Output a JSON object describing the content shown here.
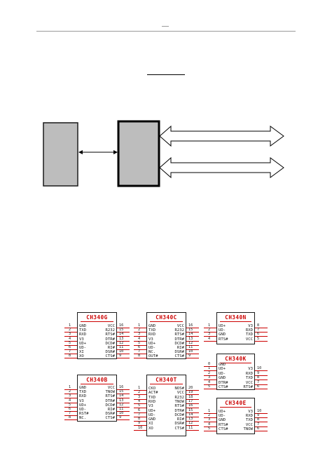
{
  "page_header": {
    "mark": "__"
  },
  "block_diagram": {
    "box_fill": "#bdbdbd",
    "arrow_style": "hollow double-headed"
  },
  "chips": [
    {
      "id": "ch340g",
      "name": "CH340G",
      "left_pins": [
        {
          "num": "1",
          "label": "GND"
        },
        {
          "num": "2",
          "label": "TXD"
        },
        {
          "num": "3",
          "label": "RXD"
        },
        {
          "num": "4",
          "label": "V3"
        },
        {
          "num": "5",
          "label": "UD+"
        },
        {
          "num": "6",
          "label": "UD-"
        },
        {
          "num": "7",
          "label": "XI"
        },
        {
          "num": "8",
          "label": "XO"
        }
      ],
      "right_pins": [
        {
          "num": "16",
          "label": "VCC"
        },
        {
          "num": "15",
          "label": "R232"
        },
        {
          "num": "14",
          "label": "RTS#"
        },
        {
          "num": "13",
          "label": "DTR#"
        },
        {
          "num": "12",
          "label": "DCD#"
        },
        {
          "num": "11",
          "label": "RI#"
        },
        {
          "num": "10",
          "label": "DSR#"
        },
        {
          "num": "9",
          "label": "CTS#"
        }
      ]
    },
    {
      "id": "ch340c",
      "name": "CH340C",
      "left_pins": [
        {
          "num": "1",
          "label": "GND"
        },
        {
          "num": "2",
          "label": "TXD"
        },
        {
          "num": "3",
          "label": "RXD"
        },
        {
          "num": "4",
          "label": "V3"
        },
        {
          "num": "5",
          "label": "UD+"
        },
        {
          "num": "6",
          "label": "UD-"
        },
        {
          "num": "7",
          "label": "NC."
        },
        {
          "num": "8",
          "label": "OUT#"
        }
      ],
      "right_pins": [
        {
          "num": "16",
          "label": "VCC"
        },
        {
          "num": "15",
          "label": "R232"
        },
        {
          "num": "14",
          "label": "RTS#"
        },
        {
          "num": "13",
          "label": "DTR#"
        },
        {
          "num": "12",
          "label": "DCD#"
        },
        {
          "num": "11",
          "label": "RI#"
        },
        {
          "num": "10",
          "label": "DSR#"
        },
        {
          "num": "9",
          "label": "CTS#"
        }
      ]
    },
    {
      "id": "ch340n",
      "name": "CH340N",
      "left_pins": [
        {
          "num": "1",
          "label": "UD+"
        },
        {
          "num": "2",
          "label": "UD-"
        },
        {
          "num": "3",
          "label": "GND"
        },
        {
          "num": "4",
          "label": "RTS#"
        }
      ],
      "right_pins": [
        {
          "num": "8",
          "label": "V3"
        },
        {
          "num": "7",
          "label": "RXD"
        },
        {
          "num": "6",
          "label": "TXD"
        },
        {
          "num": "5",
          "label": "VCC"
        }
      ]
    },
    {
      "id": "ch340k",
      "name": "CH340K",
      "left_pins": [
        {
          "num": "0",
          "label": "GND"
        },
        {
          "num": "1",
          "label": "UD+"
        },
        {
          "num": "2",
          "label": "UD-"
        },
        {
          "num": "3",
          "label": "GND"
        },
        {
          "num": "4",
          "label": "DTR#"
        },
        {
          "num": "5",
          "label": "CTS#"
        }
      ],
      "right_pins": [
        {
          "num": "",
          "label": ""
        },
        {
          "num": "10",
          "label": "V3"
        },
        {
          "num": "9",
          "label": "RXD"
        },
        {
          "num": "8",
          "label": "TXD"
        },
        {
          "num": "7",
          "label": "VCC"
        },
        {
          "num": "6",
          "label": "RTS#"
        }
      ]
    },
    {
      "id": "ch340b",
      "name": "CH340B",
      "left_pins": [
        {
          "num": "1",
          "label": "GND"
        },
        {
          "num": "2",
          "label": "TXD"
        },
        {
          "num": "3",
          "label": "RXD"
        },
        {
          "num": "4",
          "label": "V3"
        },
        {
          "num": "5",
          "label": "UD+"
        },
        {
          "num": "6",
          "label": "UD-"
        },
        {
          "num": "7",
          "label": "RST#"
        },
        {
          "num": "8",
          "label": "NC."
        }
      ],
      "right_pins": [
        {
          "num": "16",
          "label": "VCC"
        },
        {
          "num": "15",
          "label": "TNOW"
        },
        {
          "num": "14",
          "label": "RTS#"
        },
        {
          "num": "13",
          "label": "DTR#"
        },
        {
          "num": "12",
          "label": "DCD#"
        },
        {
          "num": "11",
          "label": "RI#"
        },
        {
          "num": "10",
          "label": "DSR#"
        },
        {
          "num": "9",
          "label": "CTS#"
        }
      ]
    },
    {
      "id": "ch340t",
      "name": "CH340T",
      "left_pins": [
        {
          "num": "1",
          "label": "CKO"
        },
        {
          "num": "2",
          "label": "ACT#"
        },
        {
          "num": "3",
          "label": "TXD"
        },
        {
          "num": "4",
          "label": "RXD"
        },
        {
          "num": "5",
          "label": "V3"
        },
        {
          "num": "6",
          "label": "UD+"
        },
        {
          "num": "7",
          "label": "UD-"
        },
        {
          "num": "8",
          "label": "GND"
        },
        {
          "num": "9",
          "label": "XI"
        },
        {
          "num": "10",
          "label": "XO"
        }
      ],
      "right_pins": [
        {
          "num": "20",
          "label": "NOS#"
        },
        {
          "num": "19",
          "label": "VCC"
        },
        {
          "num": "18",
          "label": "R232"
        },
        {
          "num": "17",
          "label": "TNOW"
        },
        {
          "num": "16",
          "label": "RTS#"
        },
        {
          "num": "15",
          "label": "DTR#"
        },
        {
          "num": "14",
          "label": "DCD#"
        },
        {
          "num": "13",
          "label": "RI#"
        },
        {
          "num": "12",
          "label": "DSR#"
        },
        {
          "num": "11",
          "label": "CTS#"
        }
      ]
    },
    {
      "id": "ch340e",
      "name": "CH340E",
      "left_pins": [
        {
          "num": "1",
          "label": "UD+"
        },
        {
          "num": "2",
          "label": "UD-"
        },
        {
          "num": "3",
          "label": "GND"
        },
        {
          "num": "4",
          "label": "RTS#"
        },
        {
          "num": "5",
          "label": "CTS#"
        }
      ],
      "right_pins": [
        {
          "num": "10",
          "label": "V3"
        },
        {
          "num": "9",
          "label": "RXD"
        },
        {
          "num": "8",
          "label": "TXD"
        },
        {
          "num": "7",
          "label": "VCC"
        },
        {
          "num": "6",
          "label": "TNOW"
        }
      ]
    }
  ],
  "colors": {
    "pin_line": "#cc0000",
    "chip_name": "#cc0000"
  }
}
